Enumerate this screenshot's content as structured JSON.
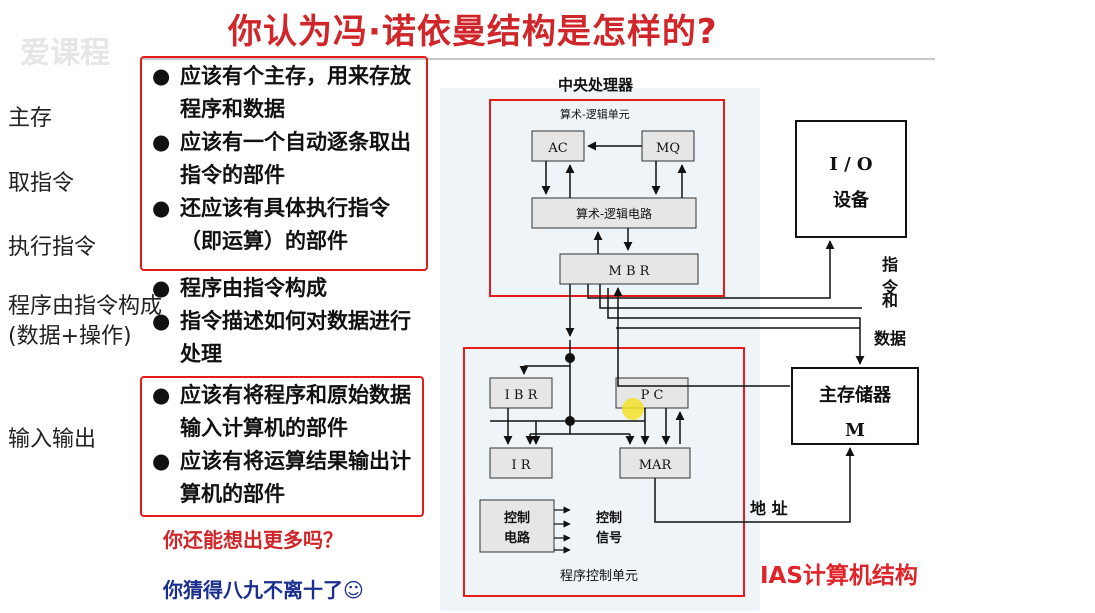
{
  "title": "你认为冯·诺依曼结构是怎样的?",
  "watermark": "爱课程",
  "side_labels": [
    "主存",
    "取指令",
    "执行指令",
    "程序由指令构成",
    "(数据+操作)",
    "输入输出"
  ],
  "bullets": [
    "应该有个主存，用来存放程序和数据",
    "应该有一个自动逐条取出指令的部件",
    "还应该有具体执行指令（即运算）的部件",
    "程序由指令构成",
    "指令描述如何对数据进行处理",
    "应该有将程序和原始数据输入计算机的部件",
    "应该有将运算结果输出计算机的部件"
  ],
  "questions": {
    "more": "你还能想出更多吗？",
    "guess": "你猜得八九不离十了☺"
  },
  "diagram": {
    "cpu": "中央处理器",
    "alu_unit": "算术-逻辑单元",
    "ac": "AC",
    "mq": "MQ",
    "alu_circuit": "算术-逻辑电路",
    "mbr": "M B R",
    "ibr": "I B R",
    "pc": "P C",
    "ir": "I R",
    "mar": "MAR",
    "control_circuit": "控制\n电路",
    "control_signal": "控制\n信号",
    "program_control_unit": "程序控制单元",
    "io": "I / O",
    "io_device": "设备",
    "instr_data": "指\n令\n和\n数\n据",
    "memory": "主存储器",
    "memory_m": "M",
    "address": "地 址"
  },
  "caption": "IAS计算机结构"
}
